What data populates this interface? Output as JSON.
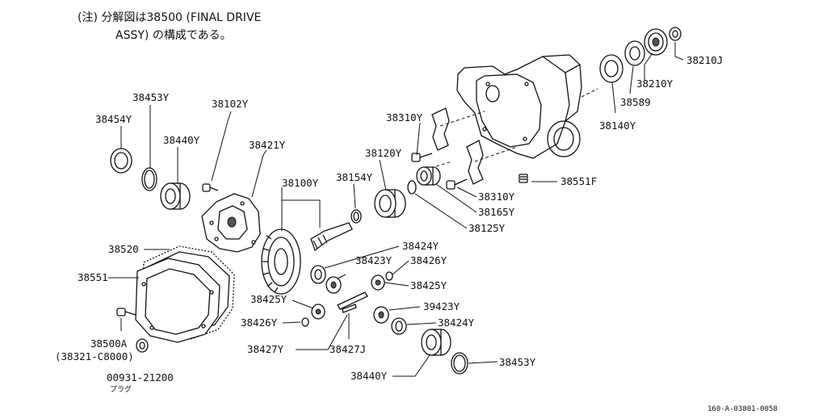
{
  "note": {
    "line1": "(注) 分解図は38500 (FINAL DRIVE",
    "line2": "ASSY) の構成である。"
  },
  "parts": {
    "p38210J": "38210J",
    "p38210Y": "38210Y",
    "p38589": "38589",
    "p38140Y": "38140Y",
    "p38453Y_top": "38453Y",
    "p38454Y": "38454Y",
    "p38440Y_top": "38440Y",
    "p38102Y": "38102Y",
    "p38421Y": "38421Y",
    "p38310Y_top": "38310Y",
    "p38120Y": "38120Y",
    "p38154Y": "38154Y",
    "p38100Y": "38100Y",
    "p38551F": "38551F",
    "p38310Y_mid": "38310Y",
    "p38165Y": "38165Y",
    "p38125Y": "38125Y",
    "p38520": "38520",
    "p38551": "38551",
    "p38424Y_top": "38424Y",
    "p38423Y_top": "38423Y",
    "p38426Y_right": "38426Y",
    "p38425Y_right": "38425Y",
    "p38425Y_left": "38425Y",
    "p38426Y_left": "38426Y",
    "p38427Y": "38427Y",
    "p38427J": "38427J",
    "p39423Y": "39423Y",
    "p38424Y_bottom": "38424Y",
    "p38500A": "38500A",
    "p38321": "(38321-C8000)",
    "p38440Y_bottom": "38440Y",
    "p38453Y_bottom": "38453Y",
    "p00931": "00931-21200",
    "plug": "プラグ"
  },
  "reference": "160-A-03801-0058"
}
